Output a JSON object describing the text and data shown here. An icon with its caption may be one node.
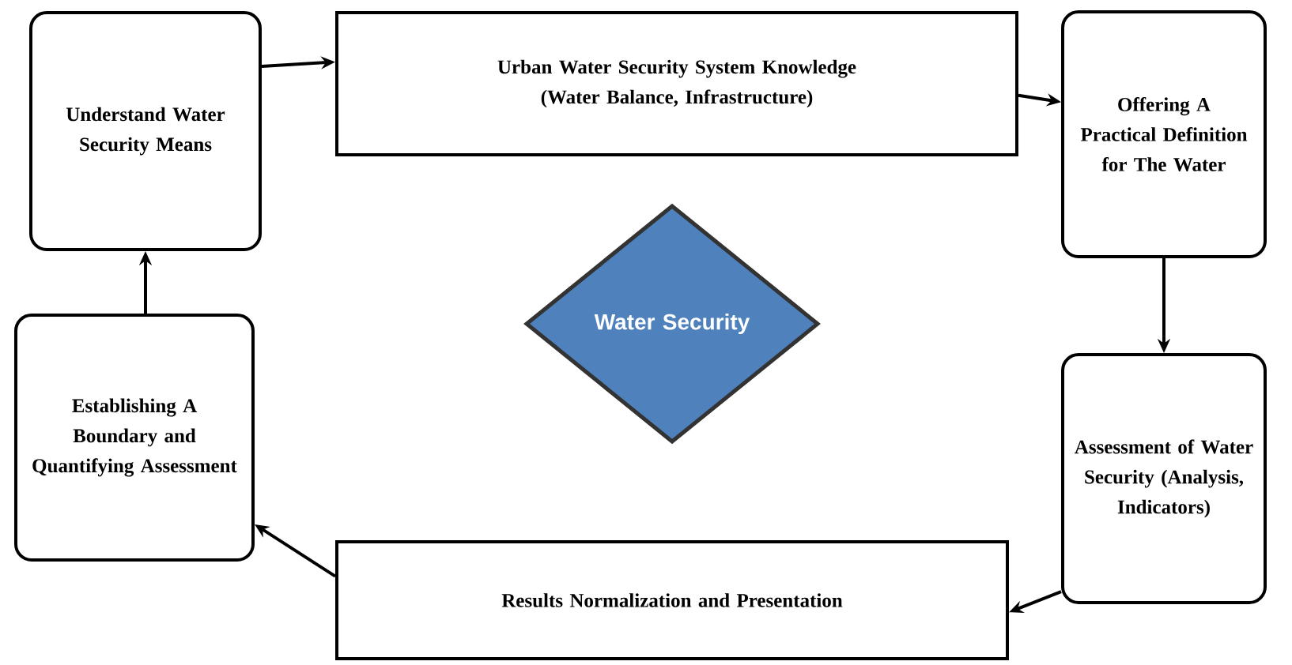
{
  "diagram": {
    "nodes": [
      {
        "text": [
          "Understand Water Security Means"
        ]
      },
      {
        "text": [
          "Urban Water Security System Knowledge (Water Balance, Infrastructure)"
        ]
      },
      {
        "text": [
          "Offering A Practical Definition for The Water"
        ]
      },
      {
        "text": [
          "Water Security"
        ]
      },
      {
        "text": [
          "Assessment of Water Security (Analysis, Indicators)"
        ]
      },
      {
        "text": [
          "Results Normalization and Presentation"
        ]
      },
      {
        "text": [
          "Establishing A Boundary and Quantifying Assessment"
        ]
      }
    ],
    "edges": [
      {
        "from": 0,
        "to": 1,
        "arrow": "to"
      },
      {
        "from": 1,
        "to": 2,
        "arrow": "to"
      },
      {
        "from": 2,
        "to": 4,
        "arrow": "to"
      },
      {
        "from": 4,
        "to": 5,
        "arrow": "to"
      },
      {
        "from": 5,
        "to": 6,
        "arrow": "to"
      },
      {
        "from": 6,
        "to": 0,
        "arrow": "to"
      }
    ]
  }
}
